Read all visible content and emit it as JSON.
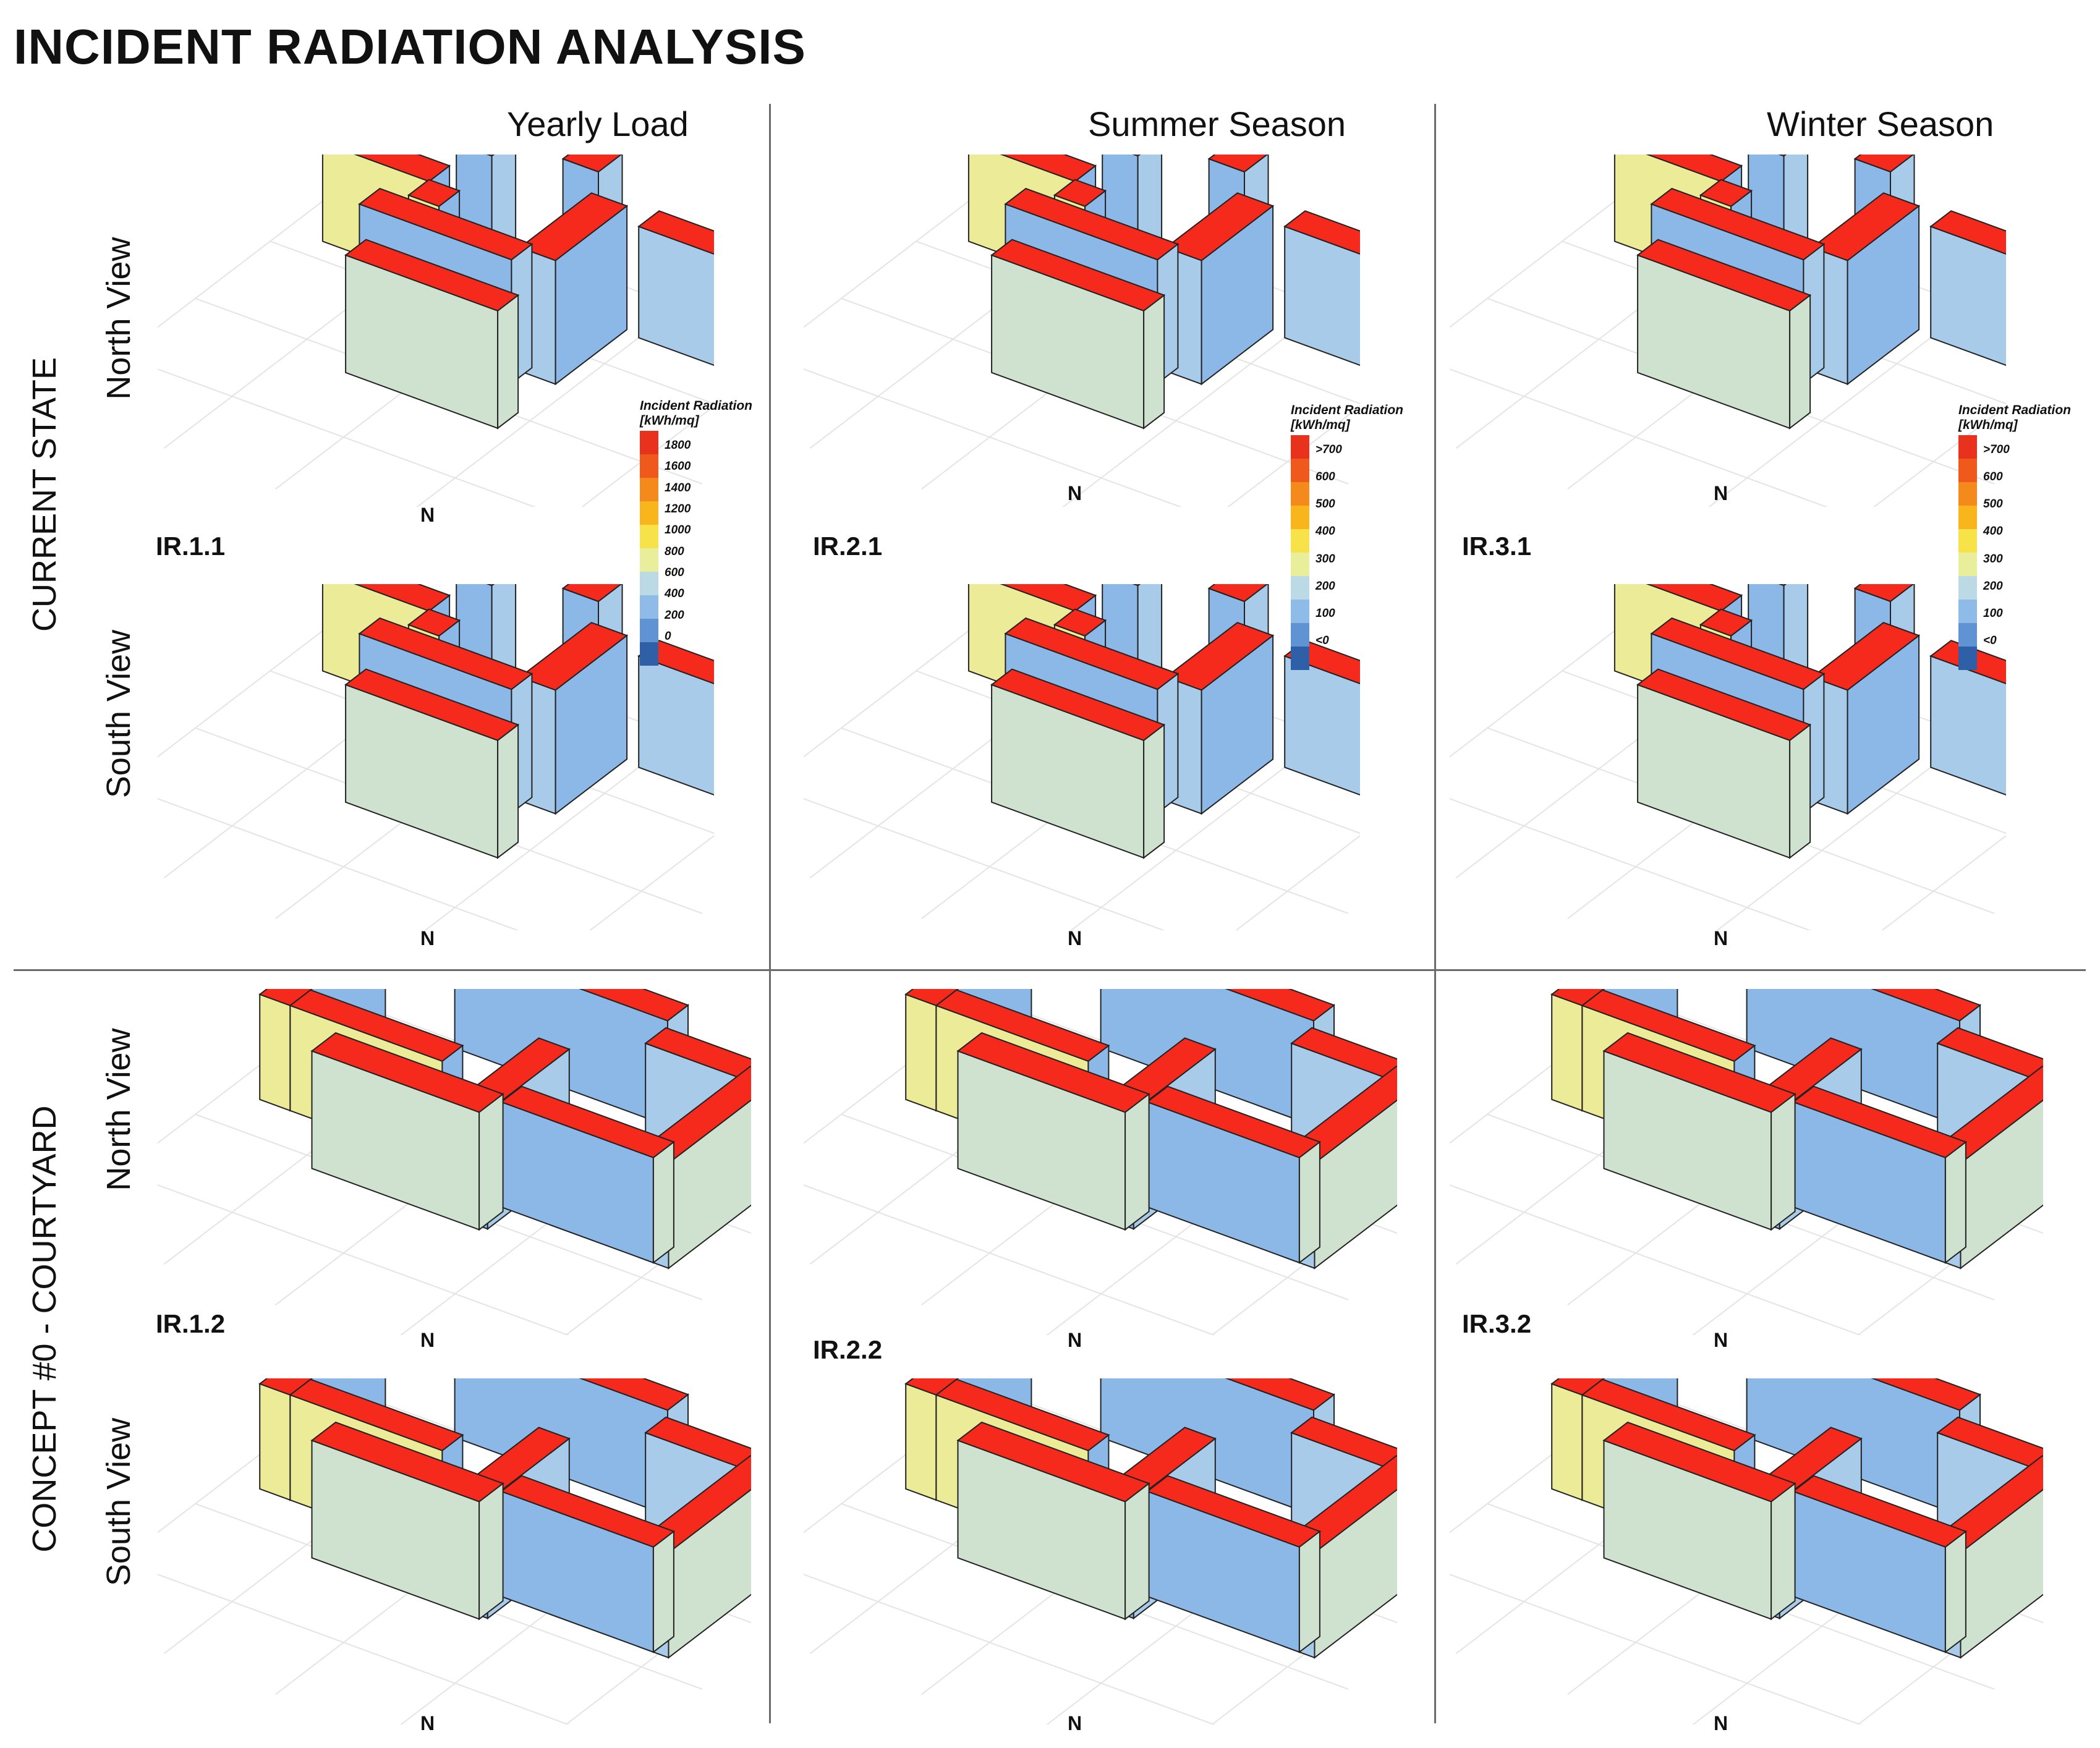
{
  "title": "INCIDENT RADIATION ANALYSIS",
  "columns": [
    "Yearly Load",
    "Summer Season",
    "Winter Season"
  ],
  "sections": [
    {
      "label": "CURRENT STATE",
      "views": [
        "North View",
        "South View"
      ],
      "ids": [
        "IR.1.1",
        "IR.2.1",
        "IR.3.1"
      ]
    },
    {
      "label": "CONCEPT #0 - COURTYARD",
      "views": [
        "North View",
        "South View"
      ],
      "ids": [
        "IR.1.2",
        "IR.2.2",
        "IR.3.2"
      ]
    }
  ],
  "north_label": "N",
  "legends": [
    {
      "title_line1": "Incident Radiation",
      "title_line2": "[kWh/mq]",
      "ticks": [
        "1800",
        "1600",
        "1400",
        "1200",
        "1000",
        "800",
        "600",
        "400",
        "200",
        "0"
      ]
    },
    {
      "title_line1": "Incident Radiation",
      "title_line2": "[kWh/mq]",
      "ticks": [
        ">700",
        "600",
        "500",
        "400",
        "300",
        "200",
        "100",
        "<0"
      ]
    },
    {
      "title_line1": "Incident Radiation",
      "title_line2": "[kWh/mq]",
      "ticks": [
        ">700",
        "600",
        "500",
        "400",
        "300",
        "200",
        "100",
        "<0"
      ]
    }
  ],
  "colors": {
    "roof": "#f5291c",
    "wall_blue": "#8cb8e8",
    "wall_lightblue": "#a9cbea",
    "wall_green": "#cfe2cf",
    "wall_yellow": "#eceb98",
    "legend_scale": [
      "#e8321e",
      "#f0591c",
      "#f58a1c",
      "#f9b61c",
      "#f7e24a",
      "#e9ee9a",
      "#bcd9e6",
      "#8fbbe8",
      "#5f93d4",
      "#2f5fa6"
    ]
  }
}
